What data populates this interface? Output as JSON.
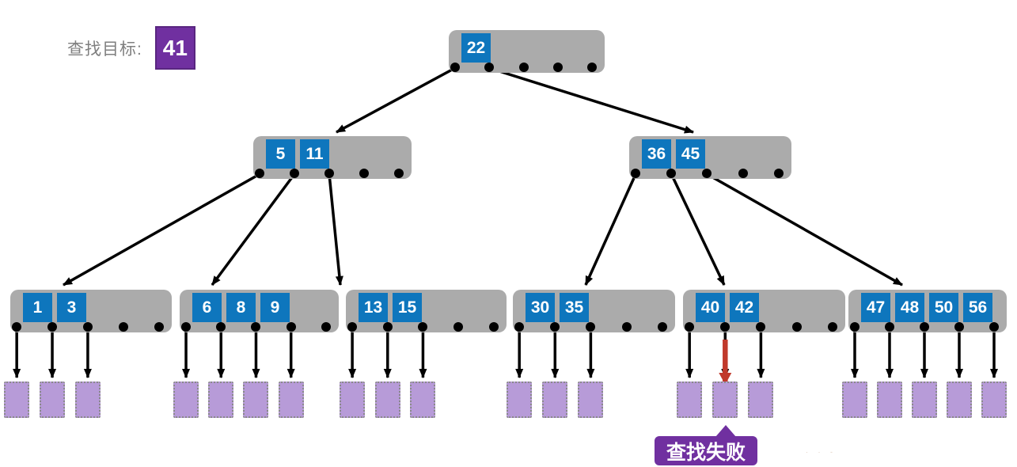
{
  "header": {
    "label": "查找目标:",
    "target": "41"
  },
  "callout": {
    "text": "查找失败"
  },
  "watermark": {
    "text": "· · -"
  },
  "tree": {
    "root": {
      "keys": [
        "22"
      ]
    },
    "internal": [
      {
        "keys": [
          "5",
          "11"
        ]
      },
      {
        "keys": [
          "36",
          "45"
        ]
      }
    ],
    "leaves": [
      {
        "keys": [
          "1",
          "3"
        ],
        "records": 3
      },
      {
        "keys": [
          "6",
          "8",
          "9"
        ],
        "records": 4
      },
      {
        "keys": [
          "13",
          "15"
        ],
        "records": 3
      },
      {
        "keys": [
          "30",
          "35"
        ],
        "records": 3
      },
      {
        "keys": [
          "40",
          "42"
        ],
        "records": 3
      },
      {
        "keys": [
          "47",
          "48",
          "50",
          "56"
        ],
        "records": 5
      }
    ]
  },
  "failure": {
    "leaf_index": 4,
    "record_index": 1
  },
  "colors": {
    "node_bg": "#ABABAB",
    "key_bg": "#0E76BD",
    "key_text": "#FFFFFF",
    "record_bg": "#B79BD8",
    "record_border": "#8A8A8A",
    "edge": "#000000",
    "fail_arrow": "#C0392B",
    "accent": "#7030A0",
    "label_text": "#7F7F7F"
  }
}
